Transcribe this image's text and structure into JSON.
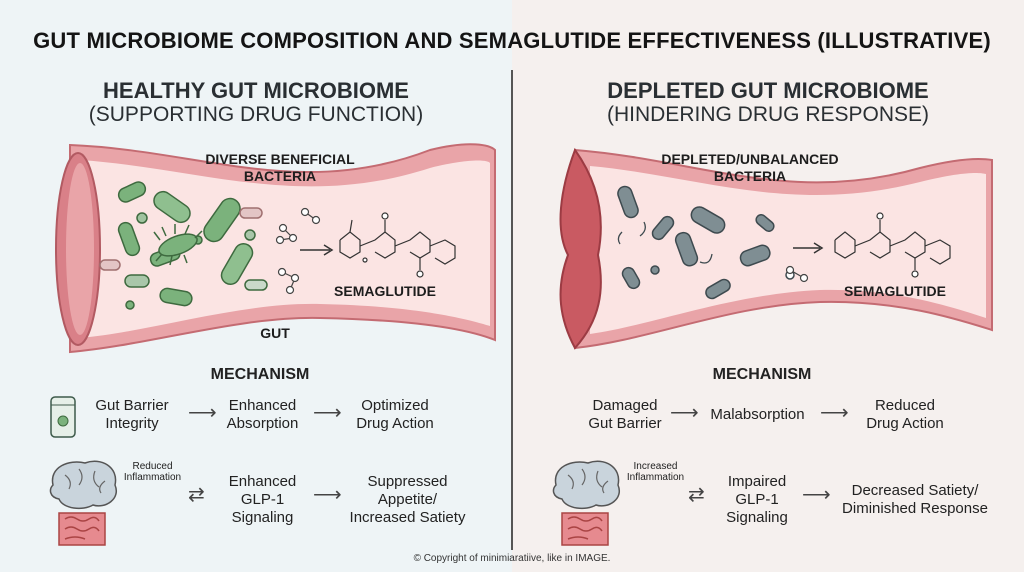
{
  "title": "GUT MICROBIOME COMPOSITION AND SEMAGLUTIDE EFFECTIVENESS (ILLUSTRATIVE)",
  "left": {
    "heading": "HEALTHY GUT MICROBIOME",
    "subheading": "(SUPPORTING DRUG FUNCTION)",
    "bacteria_label": "DIVERSE BENEFICIAL\nBACTERIA",
    "drug_label": "SEMAGLUTIDE",
    "gut_label": "GUT",
    "mechanism_label": "MECHANISM",
    "row1": [
      "Gut Barrier\nIntegrity",
      "Enhanced\nAbsorption",
      "Optimized\nDrug Action"
    ],
    "row2_small": "Reduced\nInflammation",
    "row2": [
      "Enhanced\nGLP-1\nSignaling",
      "Suppressed\nAppetite/\nIncreased Satiety"
    ]
  },
  "right": {
    "heading": "DEPLETED GUT MICROBIOME",
    "subheading": "(HINDERING DRUG RESPONSE)",
    "bacteria_label": "DEPLETED/UNBALANCED\nBACTERIA",
    "drug_label": "SEMAGLUTIDE",
    "mechanism_label": "MECHANISM",
    "row1": [
      "Damaged\nGut Barrier",
      "Malabsorption",
      "Reduced\nDrug Action"
    ],
    "row2_small": "Increased\nInflammation",
    "row2": [
      "Impaired\nGLP-1\nSignaling",
      "Decreased Satiety/\nDiminished Response"
    ]
  },
  "copyright": "© Copyright of minimiaratiive, like in IMAGE.",
  "colors": {
    "gut_wall": "#e9a4a8",
    "gut_lumen": "#fbe4e3",
    "healthy_bacteria": "#7bb27c",
    "depleted_bacteria": "#7f8e93"
  }
}
